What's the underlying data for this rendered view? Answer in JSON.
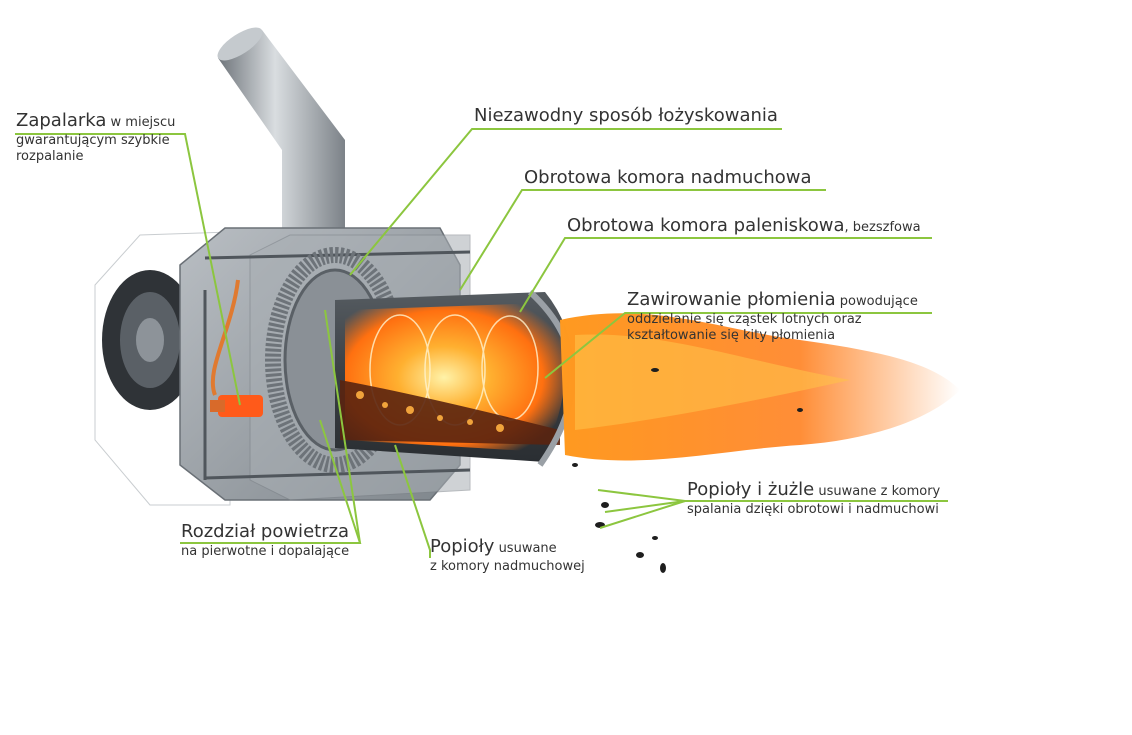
{
  "colors": {
    "leader": "#8cc63f",
    "text": "#333333",
    "flame": "#ff8a1a",
    "metal": "#9aa0a6"
  },
  "labels": {
    "igniter": {
      "main": "Zapalarka",
      "sub": " w miejscu",
      "line2": "gwarantującym szybkie",
      "line3": "rozpalanie"
    },
    "bearing": {
      "main": "Niezawodny sposób łożyskowania"
    },
    "blow_chamber": {
      "main": "Obrotowa komora nadmuchowa"
    },
    "combustion_chamber": {
      "main": "Obrotowa komora paleniskowa",
      "sub": ", bezszfowa"
    },
    "swirl": {
      "main": "Zawirowanie płomienia",
      "sub": " powodujące",
      "line2": "oddzielanie się cząstek lotnych oraz",
      "line3": "kształtowanie się kity płomienia"
    },
    "ash_slag": {
      "main": "Popioły i żużle",
      "sub": " usuwane z komory",
      "line2": "spalania dzięki  obrotowi i nadmuchowi"
    },
    "air_split": {
      "main": "Rozdział powietrza",
      "line2": "na pierwotne i dopalające"
    },
    "ash_blow": {
      "main": "Popioły",
      "sub": " usuwane",
      "line2": "z komory nadmuchowej"
    }
  }
}
